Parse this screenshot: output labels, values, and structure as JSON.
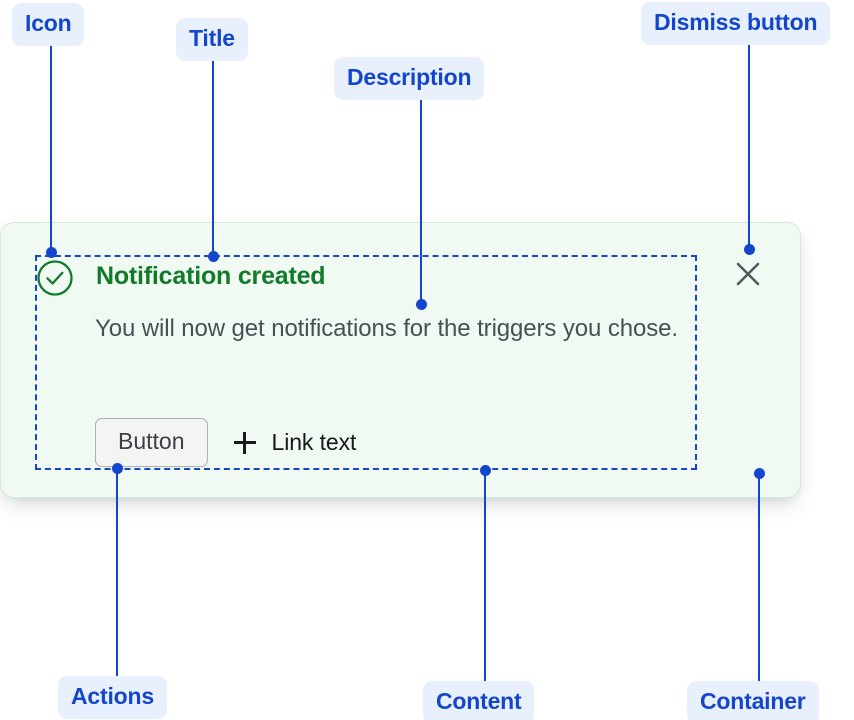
{
  "annotations": [
    {
      "key": "icon",
      "label": "Icon"
    },
    {
      "key": "title",
      "label": "Title"
    },
    {
      "key": "desc",
      "label": "Description"
    },
    {
      "key": "dismiss",
      "label": "Dismiss button"
    },
    {
      "key": "actions",
      "label": "Actions"
    },
    {
      "key": "content",
      "label": "Content"
    },
    {
      "key": "container",
      "label": "Container"
    }
  ],
  "notification": {
    "status": "success",
    "icon_name": "success-check-circle-icon",
    "title": "Notification created",
    "description": "You will now get notifications for the triggers you chose.",
    "actions": {
      "button_label": "Button",
      "link_icon_name": "plus-icon",
      "link_label": "Link text"
    },
    "dismiss_icon_name": "close-x-icon"
  },
  "colors": {
    "annotation_blue": "#1346cc",
    "annotation_chip_bg": "#e9f0fd",
    "card_bg": "#f1f9f3",
    "card_border": "#d6ead9",
    "title_green": "#117a2b",
    "description_gray": "#4a4f55",
    "button_bg": "#f4f4f5",
    "button_border": "#aeb0b3",
    "link_text": "#17191c",
    "dismiss_gray": "#55595e"
  }
}
